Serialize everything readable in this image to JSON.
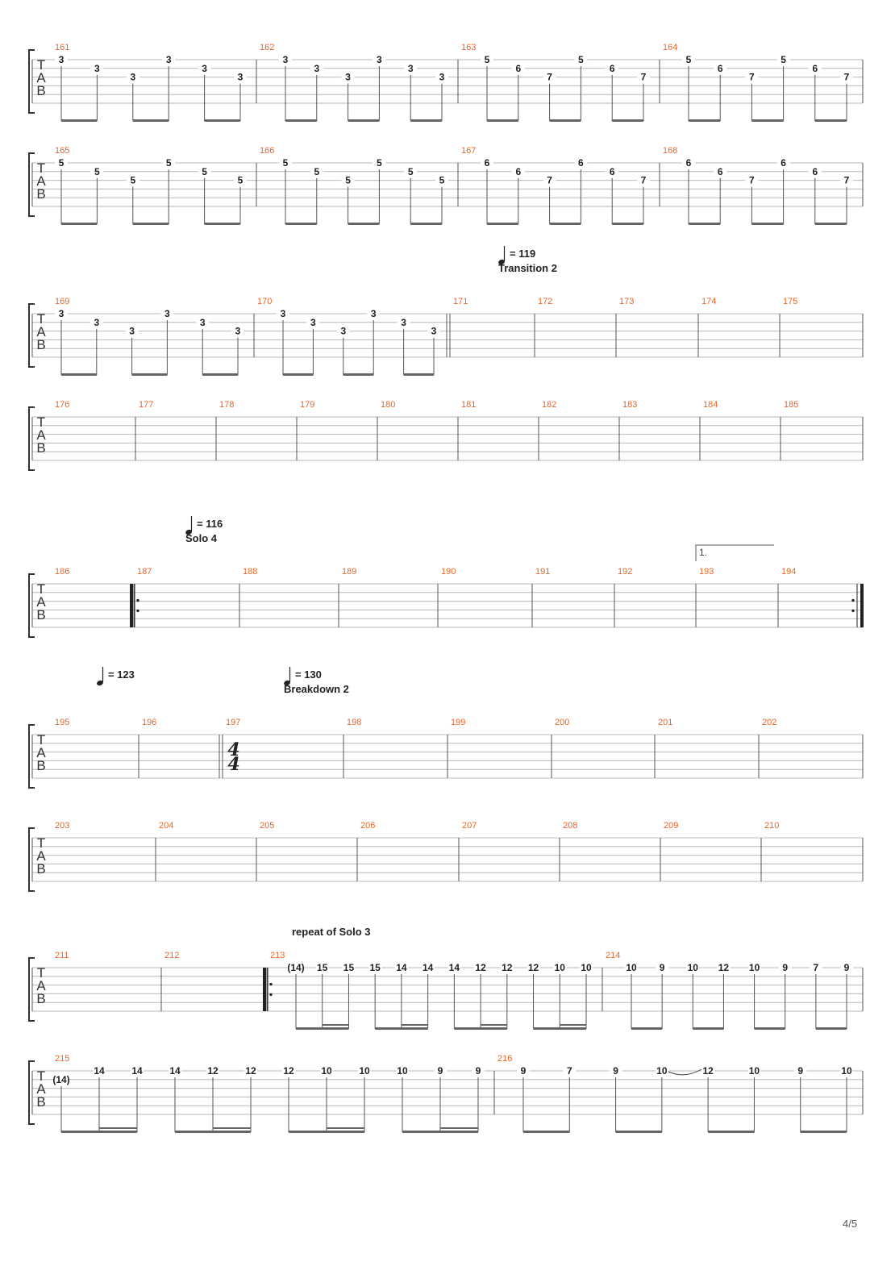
{
  "page": {
    "page_number": "4/5"
  },
  "clef": {
    "t": "T",
    "a": "A",
    "b": "B"
  },
  "systems": [
    {
      "measures": [
        {
          "number": "161",
          "notes": [
            {
              "s": 1,
              "f": "3",
              "b": 1
            },
            {
              "s": 2,
              "f": "3",
              "b": 1
            },
            {
              "s": 3,
              "f": "3",
              "b": 2
            },
            {
              "s": 1,
              "f": "3",
              "b": 2
            },
            {
              "s": 2,
              "f": "3",
              "b": 3
            },
            {
              "s": 3,
              "f": "3",
              "b": 3
            }
          ]
        },
        {
          "number": "162",
          "notes": [
            {
              "s": 1,
              "f": "3",
              "b": 1
            },
            {
              "s": 2,
              "f": "3",
              "b": 1
            },
            {
              "s": 3,
              "f": "3",
              "b": 2
            },
            {
              "s": 1,
              "f": "3",
              "b": 2
            },
            {
              "s": 2,
              "f": "3",
              "b": 3
            },
            {
              "s": 3,
              "f": "3",
              "b": 3
            }
          ]
        },
        {
          "number": "163",
          "notes": [
            {
              "s": 1,
              "f": "5",
              "b": 1
            },
            {
              "s": 2,
              "f": "6",
              "b": 1
            },
            {
              "s": 3,
              "f": "7",
              "b": 2
            },
            {
              "s": 1,
              "f": "5",
              "b": 2
            },
            {
              "s": 2,
              "f": "6",
              "b": 3
            },
            {
              "s": 3,
              "f": "7",
              "b": 3
            }
          ]
        },
        {
          "number": "164",
          "notes": [
            {
              "s": 1,
              "f": "5",
              "b": 1
            },
            {
              "s": 2,
              "f": "6",
              "b": 1
            },
            {
              "s": 3,
              "f": "7",
              "b": 2
            },
            {
              "s": 1,
              "f": "5",
              "b": 2
            },
            {
              "s": 2,
              "f": "6",
              "b": 3
            },
            {
              "s": 3,
              "f": "7",
              "b": 3
            }
          ]
        }
      ]
    },
    {
      "measures": [
        {
          "number": "165",
          "notes": [
            {
              "s": 1,
              "f": "5",
              "b": 1
            },
            {
              "s": 2,
              "f": "5",
              "b": 1
            },
            {
              "s": 3,
              "f": "5",
              "b": 2
            },
            {
              "s": 1,
              "f": "5",
              "b": 2
            },
            {
              "s": 2,
              "f": "5",
              "b": 3
            },
            {
              "s": 3,
              "f": "5",
              "b": 3
            }
          ]
        },
        {
          "number": "166",
          "notes": [
            {
              "s": 1,
              "f": "5",
              "b": 1
            },
            {
              "s": 2,
              "f": "5",
              "b": 1
            },
            {
              "s": 3,
              "f": "5",
              "b": 2
            },
            {
              "s": 1,
              "f": "5",
              "b": 2
            },
            {
              "s": 2,
              "f": "5",
              "b": 3
            },
            {
              "s": 3,
              "f": "5",
              "b": 3
            }
          ]
        },
        {
          "number": "167",
          "notes": [
            {
              "s": 1,
              "f": "6",
              "b": 1
            },
            {
              "s": 2,
              "f": "6",
              "b": 1
            },
            {
              "s": 3,
              "f": "7",
              "b": 2
            },
            {
              "s": 1,
              "f": "6",
              "b": 2
            },
            {
              "s": 2,
              "f": "6",
              "b": 3
            },
            {
              "s": 3,
              "f": "7",
              "b": 3
            }
          ]
        },
        {
          "number": "168",
          "notes": [
            {
              "s": 1,
              "f": "6",
              "b": 1
            },
            {
              "s": 2,
              "f": "6",
              "b": 1
            },
            {
              "s": 3,
              "f": "7",
              "b": 2
            },
            {
              "s": 1,
              "f": "6",
              "b": 2
            },
            {
              "s": 2,
              "f": "6",
              "b": 3
            },
            {
              "s": 3,
              "f": "7",
              "b": 3
            }
          ]
        }
      ]
    },
    {
      "tempo_markings": [
        {
          "bpm": "= 119",
          "section": "Transition 2",
          "measure_index": 2
        }
      ],
      "measures": [
        {
          "number": "169",
          "notes": [
            {
              "s": 1,
              "f": "3",
              "b": 1
            },
            {
              "s": 2,
              "f": "3",
              "b": 1
            },
            {
              "s": 3,
              "f": "3",
              "b": 2
            },
            {
              "s": 1,
              "f": "3",
              "b": 2
            },
            {
              "s": 2,
              "f": "3",
              "b": 3
            },
            {
              "s": 3,
              "f": "3",
              "b": 3
            }
          ]
        },
        {
          "number": "170",
          "notes": [
            {
              "s": 1,
              "f": "3",
              "b": 1
            },
            {
              "s": 2,
              "f": "3",
              "b": 1
            },
            {
              "s": 3,
              "f": "3",
              "b": 2
            },
            {
              "s": 1,
              "f": "3",
              "b": 2
            },
            {
              "s": 2,
              "f": "3",
              "b": 3
            },
            {
              "s": 3,
              "f": "3",
              "b": 3
            }
          ]
        },
        {
          "number": "171",
          "start_barline": "double",
          "notes": []
        },
        {
          "number": "172",
          "notes": []
        },
        {
          "number": "173",
          "notes": []
        },
        {
          "number": "174",
          "notes": []
        },
        {
          "number": "175",
          "notes": []
        }
      ]
    },
    {
      "measures": [
        {
          "number": "176",
          "notes": []
        },
        {
          "number": "177",
          "notes": []
        },
        {
          "number": "178",
          "notes": []
        },
        {
          "number": "179",
          "notes": []
        },
        {
          "number": "180",
          "notes": []
        },
        {
          "number": "181",
          "notes": []
        },
        {
          "number": "182",
          "notes": []
        },
        {
          "number": "183",
          "notes": []
        },
        {
          "number": "184",
          "notes": []
        },
        {
          "number": "185",
          "notes": []
        }
      ]
    },
    {
      "tempo_markings": [
        {
          "bpm": "= 116",
          "section": "Solo 4",
          "measure_index": 1
        }
      ],
      "volta": {
        "label": "1.",
        "measure_index": 7,
        "span": 1
      },
      "end_barline": "repeat-end",
      "measures": [
        {
          "number": "186",
          "notes": []
        },
        {
          "number": "187",
          "start_barline": "repeat-start",
          "notes": []
        },
        {
          "number": "188",
          "notes": []
        },
        {
          "number": "189",
          "notes": []
        },
        {
          "number": "190",
          "notes": []
        },
        {
          "number": "191",
          "notes": []
        },
        {
          "number": "192",
          "notes": []
        },
        {
          "number": "193",
          "notes": []
        },
        {
          "number": "194",
          "notes": []
        }
      ]
    },
    {
      "tempo_markings": [
        {
          "bpm": "= 123",
          "section": "",
          "measure_index": 0
        },
        {
          "bpm": "= 130",
          "section": "Breakdown 2",
          "measure_index": 2
        }
      ],
      "measures": [
        {
          "number": "195",
          "notes": []
        },
        {
          "number": "196",
          "notes": []
        },
        {
          "number": "197",
          "start_barline": "double",
          "time_signature": [
            "4",
            "4"
          ],
          "notes": []
        },
        {
          "number": "198",
          "notes": []
        },
        {
          "number": "199",
          "notes": []
        },
        {
          "number": "200",
          "notes": []
        },
        {
          "number": "201",
          "notes": []
        },
        {
          "number": "202",
          "notes": []
        }
      ]
    },
    {
      "measures": [
        {
          "number": "203",
          "notes": []
        },
        {
          "number": "204",
          "notes": []
        },
        {
          "number": "205",
          "notes": []
        },
        {
          "number": "206",
          "notes": []
        },
        {
          "number": "207",
          "notes": []
        },
        {
          "number": "208",
          "notes": []
        },
        {
          "number": "209",
          "notes": []
        },
        {
          "number": "210",
          "notes": []
        }
      ]
    },
    {
      "text_markings": [
        {
          "text": "repeat of Solo 3",
          "measure_index": 2
        }
      ],
      "measures": [
        {
          "number": "211",
          "notes": []
        },
        {
          "number": "212",
          "notes": []
        },
        {
          "number": "213",
          "start_barline": "repeat-start",
          "notes": [
            {
              "s": 1,
              "f": "(14)",
              "b": 1
            },
            {
              "s": 1,
              "f": "15",
              "b": 1
            },
            {
              "s": 1,
              "f": "15",
              "b": 1
            },
            {
              "s": 1,
              "f": "15",
              "b": 2
            },
            {
              "s": 1,
              "f": "14",
              "b": 2
            },
            {
              "s": 1,
              "f": "14",
              "b": 2
            },
            {
              "s": 1,
              "f": "14",
              "b": 3
            },
            {
              "s": 1,
              "f": "12",
              "b": 3
            },
            {
              "s": 1,
              "f": "12",
              "b": 3
            },
            {
              "s": 1,
              "f": "12",
              "b": 4
            },
            {
              "s": 1,
              "f": "10",
              "b": 4
            },
            {
              "s": 1,
              "f": "10",
              "b": 4
            }
          ]
        },
        {
          "number": "214",
          "notes": [
            {
              "s": 1,
              "f": "10",
              "b": 1
            },
            {
              "s": 1,
              "f": "9",
              "b": 1
            },
            {
              "s": 1,
              "f": "10",
              "b": 2
            },
            {
              "s": 1,
              "f": "12",
              "b": 2
            },
            {
              "s": 1,
              "f": "10",
              "b": 3
            },
            {
              "s": 1,
              "f": "9",
              "b": 3
            },
            {
              "s": 1,
              "f": "7",
              "b": 4
            },
            {
              "s": 1,
              "f": "9",
              "b": 4
            }
          ]
        }
      ]
    },
    {
      "measures": [
        {
          "number": "215",
          "notes": [
            {
              "s": 2,
              "f": "(14)",
              "b": 1
            },
            {
              "s": 1,
              "f": "14",
              "b": 1
            },
            {
              "s": 1,
              "f": "14",
              "b": 1
            },
            {
              "s": 1,
              "f": "14",
              "b": 2
            },
            {
              "s": 1,
              "f": "12",
              "b": 2
            },
            {
              "s": 1,
              "f": "12",
              "b": 2
            },
            {
              "s": 1,
              "f": "12",
              "b": 3
            },
            {
              "s": 1,
              "f": "10",
              "b": 3
            },
            {
              "s": 1,
              "f": "10",
              "b": 3
            },
            {
              "s": 1,
              "f": "10",
              "b": 4
            },
            {
              "s": 1,
              "f": "9",
              "b": 4
            },
            {
              "s": 1,
              "f": "9",
              "b": 4
            }
          ]
        },
        {
          "number": "216",
          "notes": [
            {
              "s": 1,
              "f": "9",
              "b": 1
            },
            {
              "s": 1,
              "f": "7",
              "b": 1
            },
            {
              "s": 1,
              "f": "9",
              "b": 2
            },
            {
              "s": 1,
              "f": "10",
              "b": 2,
              "slide": true
            },
            {
              "s": 1,
              "f": "12",
              "b": 3
            },
            {
              "s": 1,
              "f": "10",
              "b": 3
            },
            {
              "s": 1,
              "f": "9",
              "b": 4
            },
            {
              "s": 1,
              "f": "10",
              "b": 4
            }
          ]
        }
      ]
    }
  ]
}
